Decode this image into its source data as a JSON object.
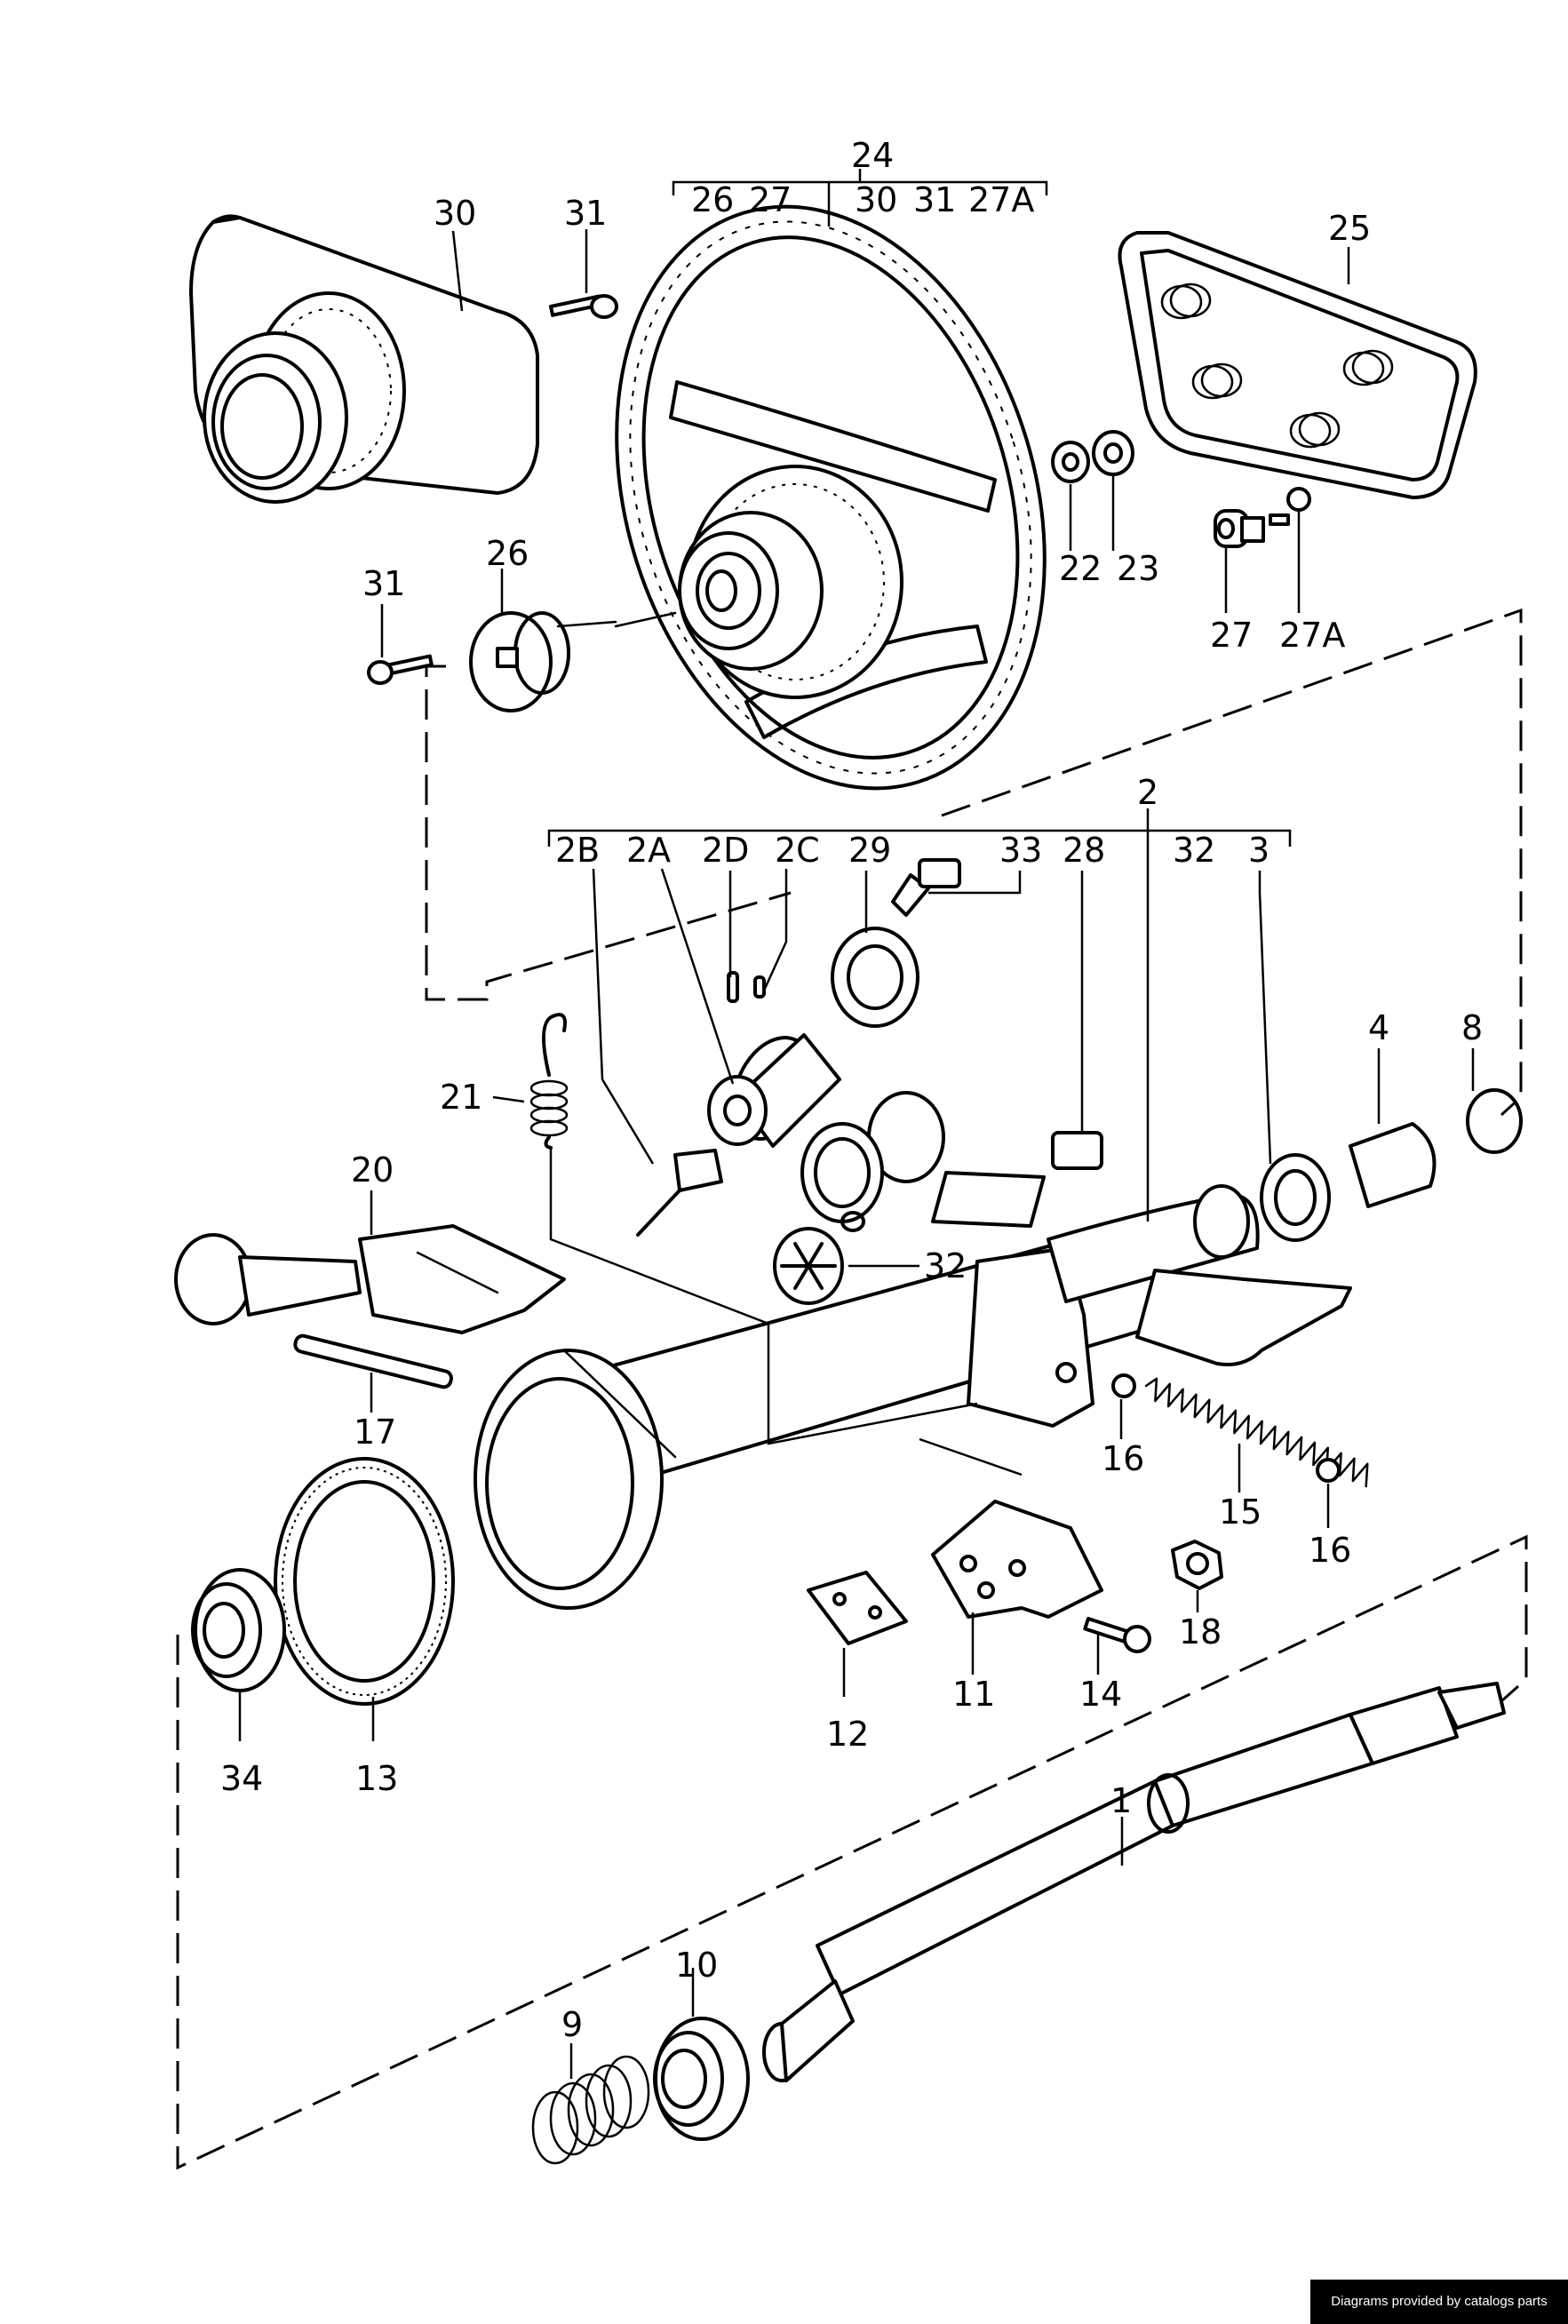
{
  "watermark": "Diagrams provided by catalogs parts",
  "callouts": {
    "c1": "1",
    "c2": "2",
    "c2A": "2A",
    "c2B": "2B",
    "c2C": "2C",
    "c2D": "2D",
    "c3": "3",
    "c4": "4",
    "c8": "8",
    "c9": "9",
    "c10": "10",
    "c11": "11",
    "c12": "12",
    "c13": "13",
    "c14": "14",
    "c15": "15",
    "c16a": "16",
    "c16b": "16",
    "c17": "17",
    "c18": "18",
    "c20": "20",
    "c21": "21",
    "c22": "22",
    "c23": "23",
    "c24": "24",
    "c25": "25",
    "c26": "26",
    "c27": "27",
    "c27A": "27A",
    "c28": "28",
    "c29": "29",
    "c30": "30",
    "c31a": "31",
    "c31b": "31",
    "c32a": "32",
    "c32b": "32",
    "c33": "33",
    "c34": "34"
  },
  "group24": [
    "26",
    "27",
    "30",
    "31",
    "27A"
  ],
  "group2": [
    "2B",
    "2A",
    "2D",
    "2C",
    "29",
    "33",
    "28",
    "32",
    "3"
  ]
}
